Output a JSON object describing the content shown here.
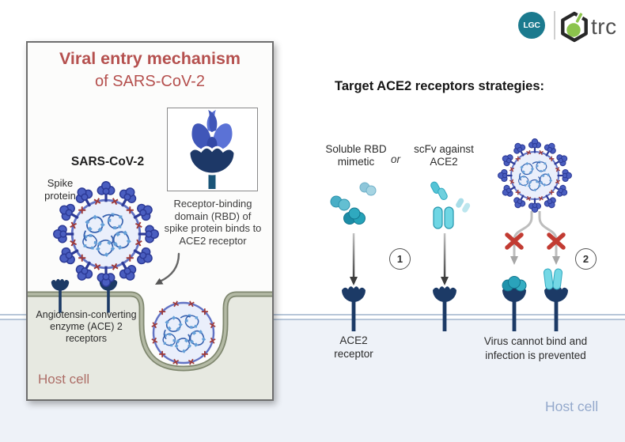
{
  "brand": {
    "lgc": "LGC",
    "trc": "trc"
  },
  "left_panel": {
    "title_line1": "Viral entry mechanism",
    "title_line2": "of SARS-CoV-2",
    "virus_label": "SARS-CoV-2",
    "spike_label": "Spike protein",
    "inset_caption": "Receptor-binding domain (RBD) of spike protein binds to ACE2 receptor",
    "ace_receptor_label": "Angiotensin-converting enzyme (ACE) 2 receptors",
    "host_cell_label": "Host cell"
  },
  "right_section": {
    "heading": "Target ACE2 receptors strategies:",
    "strategy1_label": "Soluble RBD mimetic",
    "or_label": "or",
    "strategy2_label": "scFv against ACE2",
    "step1": "1",
    "step2": "2",
    "ace2_receptor_label": "ACE2 receptor",
    "outcome_label": "Virus cannot bind and infection is prevented",
    "host_cell_label": "Host cell"
  },
  "colors": {
    "accent_red": "#b5504e",
    "navy_receptor": "#1c3a66",
    "spike_blue": "#4a5ec0",
    "virus_fill": "#eaeffb",
    "rna_blue": "#3560ae",
    "teal_molecule": "#1f93ac",
    "cyan_scfv": "#6fd6e4",
    "membrane_olive": "#8b9078",
    "membrane_blue": "#b7c6d9",
    "host_bg_right": "#eef2f8",
    "host_text_left": "#ad6e67",
    "host_text_right": "#94a9cc",
    "red_x": "#c23b32",
    "lgc_teal": "#1b7a8e",
    "trc_green": "#8cc44c"
  }
}
